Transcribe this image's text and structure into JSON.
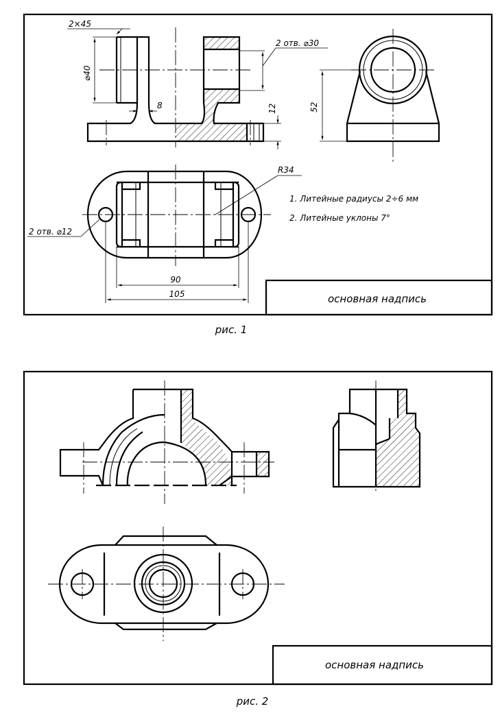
{
  "figure1": {
    "caption": "рис. 1",
    "title_block": "основная надпись",
    "notes": [
      "1. Литейные радиусы 2÷6 мм",
      "2. Литейные уклоны 7°"
    ],
    "dimensions": {
      "chamfer": "2×45",
      "bore_diameter": "⌀40",
      "holes_30": "2 отв. ⌀30",
      "rib": "8",
      "base_thickness": "12",
      "height": "52",
      "radius": "R34",
      "holes_12": "2 отв. ⌀12",
      "inner_length": "90",
      "total_length": "105"
    }
  },
  "figure2": {
    "caption": "рис. 2",
    "title_block": "основная надпись"
  }
}
